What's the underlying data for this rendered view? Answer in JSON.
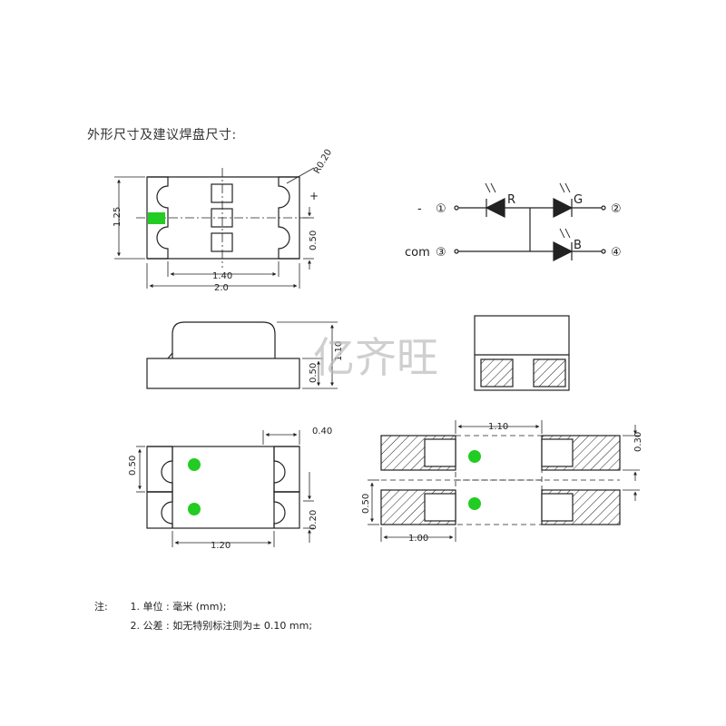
{
  "title": "外形尺寸及建议焊盘尺寸:",
  "watermark": "亿齐旺",
  "top_view": {
    "dim_height": "1.25",
    "dim_pad_spacing": "1.40",
    "dim_width": "2.0",
    "dim_pitch": "0.50",
    "dim_radius": "R0.20",
    "polarity_mark": "+"
  },
  "side_view": {
    "dim_total_height": "1.10",
    "dim_base_height": "0.50"
  },
  "bottom_view": {
    "dim_pad_width": "0.40",
    "dim_pad_pitch": "0.50",
    "dim_gap": "0.20",
    "dim_inner_width": "1.20"
  },
  "pad_layout": {
    "dim_span": "1.10",
    "dim_pad_height": "0.30",
    "dim_pitch": "0.50",
    "dim_pad_length": "1.00"
  },
  "schematic": {
    "minus_sign": "-",
    "pin1": "①",
    "pin2": "②",
    "pin3": "③",
    "pin4": "④",
    "com_label": "com",
    "led_r": "R",
    "led_g": "G",
    "led_b": "B"
  },
  "notes": {
    "prefix": "注:",
    "item1_num": "1.",
    "item1_text": "单位 : 毫米 (mm);",
    "item2_num": "2.",
    "item2_text": "公差 : 如无特别标注则为± 0.10 mm;"
  },
  "colors": {
    "line": "#222222",
    "green_mark": "#22cc22",
    "watermark": "#bbbbbb"
  }
}
